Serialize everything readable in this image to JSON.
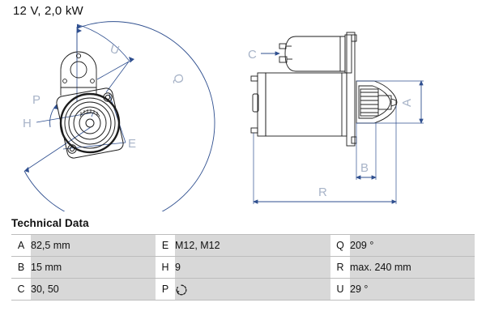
{
  "header": {
    "spec_title": "12 V, 2,0 kW"
  },
  "drawing": {
    "front_view": {
      "name": "starter-front-view",
      "dimension_labels": [
        "U",
        "Q",
        "P",
        "H",
        "E"
      ]
    },
    "side_view": {
      "name": "starter-side-view",
      "dimension_labels": [
        "C",
        "A",
        "B",
        "R"
      ]
    }
  },
  "tech_data": {
    "heading": "Technical Data",
    "rows": [
      {
        "c1_key": "A",
        "c1_val": "82,5 mm",
        "c2_key": "E",
        "c2_val": "M12, M12",
        "c3_key": "Q",
        "c3_val": "209 °"
      },
      {
        "c1_key": "B",
        "c1_val": "15 mm",
        "c2_key": "H",
        "c2_val": "9",
        "c3_key": "R",
        "c3_val": "max. 240 mm"
      },
      {
        "c1_key": "C",
        "c1_val": "30, 50",
        "c2_key": "P",
        "c2_val": "",
        "c3_key": "U",
        "c3_val": "29 °"
      }
    ],
    "rotation_icon": "clockwise-rotation-icon"
  },
  "colors": {
    "dimension_line": "#2f4f8f",
    "dimension_label": "#a8b4c8",
    "part_outline": "#1c1c1c",
    "table_value_bg": "#d8d8d8",
    "table_border": "#bdbdbd"
  }
}
